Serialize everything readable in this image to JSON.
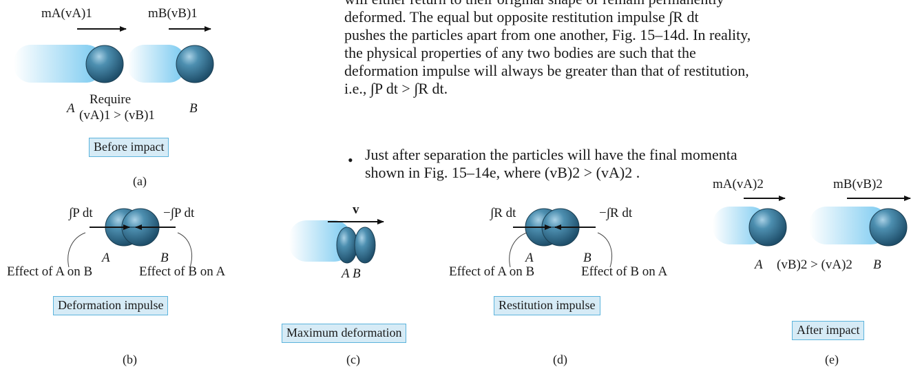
{
  "text": {
    "line1": "will either return to their original shape or remain permanently",
    "line2": "deformed. The equal but opposite restitution impulse ∫R dt",
    "line3": "pushes the particles apart from one another, Fig. 15–14d. In reality,",
    "line4": "the physical properties of any two bodies are such that the",
    "line5": "deformation impulse will always be greater than that of restitution,",
    "line6": "i.e., ∫P dt > ∫R dt.",
    "bullet_line1": "Just after separation the particles will have the final momenta",
    "bullet_line2": "shown in Fig. 15–14e, where (vB)2 > (vA)2 ."
  },
  "panels": {
    "a": {
      "letter": "(a)",
      "caption": "Before impact",
      "momentum_a": "mA(vA)1",
      "momentum_b": "mB(vB)1",
      "require": "Require",
      "condition": "(vA)1 > (vB)1",
      "particle_a": "A",
      "particle_b": "B"
    },
    "b": {
      "letter": "(b)",
      "caption": "Deformation impulse",
      "impulse_left": "∫P dt",
      "impulse_right": "−∫P dt",
      "effect_left": "Effect of A on B",
      "effect_right": "Effect of B on A",
      "particle_a": "A",
      "particle_b": "B"
    },
    "c": {
      "letter": "(c)",
      "caption": "Maximum deformation",
      "velocity": "v",
      "particles": "A  B"
    },
    "d": {
      "letter": "(d)",
      "caption": "Restitution impulse",
      "impulse_left": "∫R dt",
      "impulse_right": "−∫R dt",
      "effect_left": "Effect of A on B",
      "effect_right": "Effect of B on A",
      "particle_a": "A",
      "particle_b": "B"
    },
    "e": {
      "letter": "(e)",
      "caption": "After impact",
      "momentum_a": "mA(vA)2",
      "momentum_b": "mB(vB)2",
      "condition": "(vB)2 > (vA)2",
      "particle_a": "A",
      "particle_b": "B"
    }
  },
  "colors": {
    "sphere": "#3b7a9a",
    "caption_fill": "#d6ebf6",
    "caption_border": "#5bb3dc",
    "motion_blur": "#66c2ee"
  }
}
